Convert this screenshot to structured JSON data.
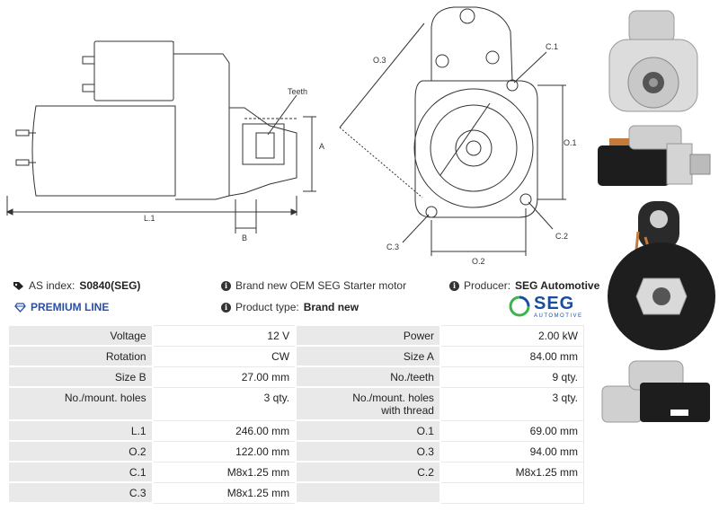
{
  "drawing": {
    "labels": {
      "teeth": "Teeth",
      "a": "A",
      "b": "B",
      "l1": "L.1",
      "o1": "O.1",
      "o2": "O.2",
      "o3": "O.3",
      "c1": "C.1",
      "c2": "C.2",
      "c3": "C.3"
    }
  },
  "info": {
    "as_index_label": "AS index:",
    "as_index_value": "S0840(SEG)",
    "premium_line": "PREMIUM LINE",
    "brand_new_text": "Brand new OEM SEG Starter motor",
    "product_type_label": "Product type:",
    "product_type_value": "Brand new",
    "producer_label": "Producer:",
    "producer_value": "SEG Automotive"
  },
  "logo": {
    "name": "SEG",
    "sub": "AUTOMOTIVE",
    "colors": {
      "blue": "#1a4d9e",
      "green": "#3bb54a"
    }
  },
  "specs": [
    [
      {
        "k": "Voltage",
        "v": "12 V"
      },
      {
        "k": "Power",
        "v": "2.00 kW"
      }
    ],
    [
      {
        "k": "Rotation",
        "v": "CW"
      },
      {
        "k": "Size A",
        "v": "84.00 mm"
      }
    ],
    [
      {
        "k": "Size B",
        "v": "27.00 mm"
      },
      {
        "k": "No./teeth",
        "v": "9 qty."
      }
    ],
    [
      {
        "k": "No./mount. holes",
        "v": "3 qty."
      },
      {
        "k": "No./mount. holes with thread",
        "v": "3 qty."
      }
    ],
    [
      {
        "k": "L.1",
        "v": "246.00 mm"
      },
      {
        "k": "O.1",
        "v": "69.00 mm"
      }
    ],
    [
      {
        "k": "O.2",
        "v": "122.00 mm"
      },
      {
        "k": "O.3",
        "v": "94.00 mm"
      }
    ],
    [
      {
        "k": "C.1",
        "v": "M8x1.25 mm"
      },
      {
        "k": "C.2",
        "v": "M8x1.25 mm"
      }
    ],
    [
      {
        "k": "C.3",
        "v": "M8x1.25 mm"
      },
      {
        "k": "",
        "v": ""
      }
    ]
  ],
  "icons": {
    "tag": "tag-icon",
    "diamond": "diamond-icon",
    "info": "info-icon"
  }
}
